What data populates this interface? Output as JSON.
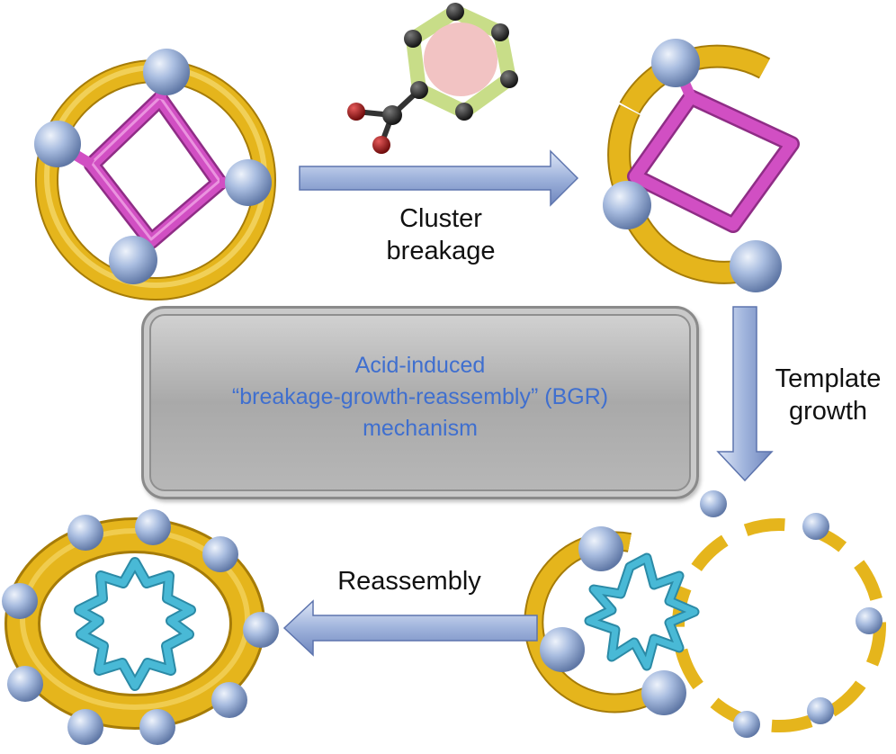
{
  "labels": {
    "cluster": [
      "Cluster",
      "breakage"
    ],
    "template": [
      "Template",
      "growth"
    ],
    "reassembly": "Reassembly"
  },
  "mechanism": {
    "lines": [
      "Acid-induced",
      "“breakage-growth-reassembly” (BGR)",
      "mechanism"
    ]
  },
  "colors": {
    "ring_gold": "#e5b51c",
    "square_magenta": "#d14fc3",
    "node_blue": "#9fb4d6",
    "star_cyan": "#49b9d6",
    "arrow_blue": "#9fb3dc",
    "text_blue": "#3f6fcf"
  },
  "icons": {
    "cluster_ring": "gold-ring-with-magenta-square",
    "acid_molecule": "benzoic-acid-molecule",
    "broken_ring": "broken-ring-with-square",
    "template_growth": "star-template-with-dashed-ring",
    "product_ring": "large-ring-with-star-template"
  }
}
